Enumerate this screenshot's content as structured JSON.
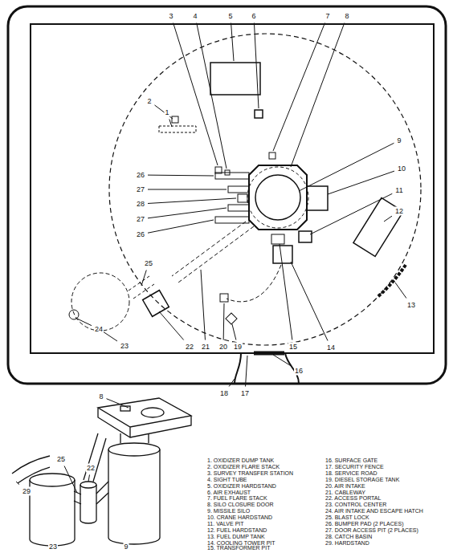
{
  "diagram": {
    "labels": [
      "1",
      "2",
      "3",
      "4",
      "5",
      "6",
      "7",
      "8",
      "9",
      "10",
      "11",
      "12",
      "13",
      "14",
      "15",
      "16",
      "17",
      "18",
      "19",
      "20",
      "21",
      "22",
      "23",
      "24",
      "25",
      "26",
      "27",
      "28",
      "27",
      "26",
      "8",
      "29",
      "25",
      "22",
      "23",
      "9",
      "1. OXIDIZER DUMP TANK",
      "2. OXIDIZER FLARE STACK",
      "3. SURVEY TRANSFER STATION",
      "4. SIGHT TUBE",
      "5. OXIDIZER HARDSTAND",
      "6. AIR EXHAUST",
      "7. FUEL FLARE STACK",
      "8. SILO CLOSURE DOOR",
      "9. MISSILE SILO",
      "10. CRANE HARDSTAND",
      "11. VALVE PIT",
      "12. FUEL HARDSTAND",
      "13. FUEL DUMP TANK",
      "14. COOLING TOWER PIT",
      "15. TRANSFORMER PIT",
      "16. SURFACE GATE",
      "17. SECURITY FENCE",
      "18. SERVICE ROAD",
      "19. DIESEL STORAGE TANK",
      "20. AIR INTAKE",
      "21. CABLEWAY",
      "22. ACCESS PORTAL",
      "23. CONTROL CENTER",
      "24. AIR INTAKE AND ESCAPE HATCH",
      "25. BLAST LOCK",
      "26. BUMPER PAD (2 PLACES)",
      "27. DOOR ACCESS PIT (2 PLACES)",
      "28. CATCH BASIN",
      "29. HARDSTAND"
    ]
  }
}
